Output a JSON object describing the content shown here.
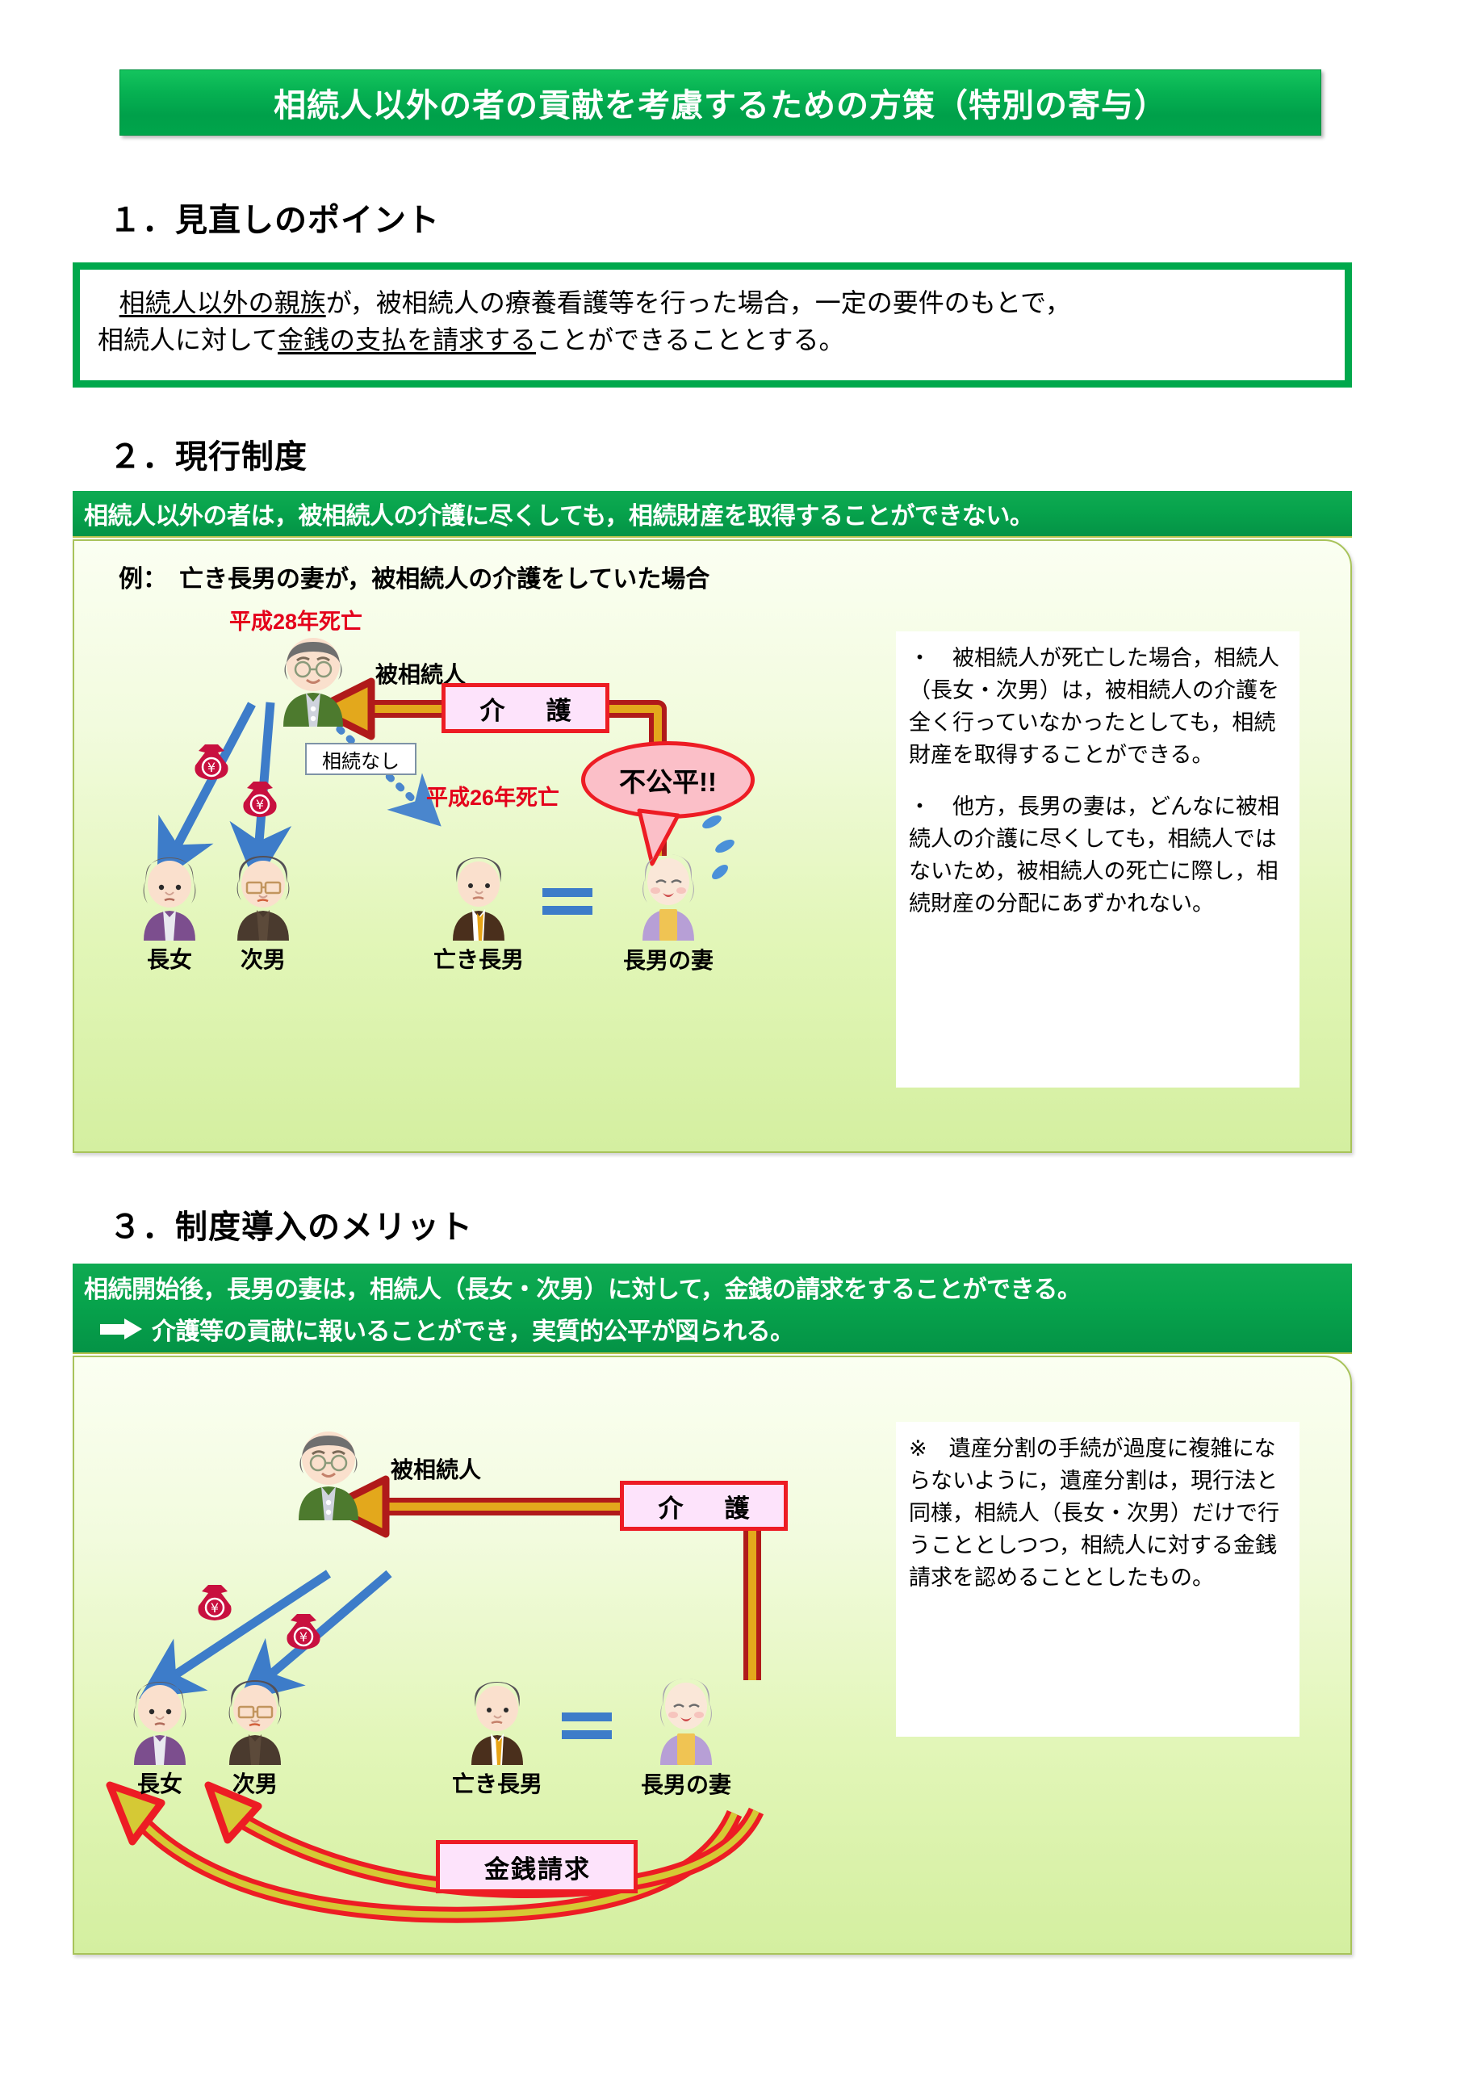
{
  "title": "相続人以外の者の貢献を考慮するための方策（特別の寄与）",
  "colors": {
    "banner_green": "#00a54b",
    "bar_green": "#07a34c",
    "panel_green": "#d4efa0",
    "panel_border": "#a8c35a",
    "red": "#ed1c24",
    "death_red": "#e4001b",
    "blue_arrow": "#3d7cc9",
    "money_bag": "#c8103f",
    "pink_fill": "#fde3fb"
  },
  "section1": {
    "heading": "１．見直しのポイント",
    "line1_a": "相続人以外の親族",
    "line1_b": "が，被相続人の療養看護等を行った場合，一定の要件のもとで，",
    "line2_a": "相続人に対して",
    "line2_b": "金銭の支払を請求する",
    "line2_c": "ことができることとする。"
  },
  "section2": {
    "heading": "２．現行制度",
    "bar": "相続人以外の者は，被相続人の介護に尽くしても，相続財産を取得することができない。",
    "example": "例：　亡き長男の妻が，被相続人の介護をしていた場合",
    "death_decedent": "平成28年死亡",
    "death_eldest_son": "平成26年死亡",
    "label_decedent": "被相続人",
    "label_care": "介　護",
    "label_no_inherit": "相続なし",
    "label_unfair": "不公平!!",
    "people": [
      {
        "name": "長女"
      },
      {
        "name": "次男"
      },
      {
        "name": "亡き長男"
      },
      {
        "name": "長男の妻"
      }
    ],
    "note_bullet1": "・　被相続人が死亡した場合，相続人（長女・次男）は，被相続人の介護を全く行っていなかったとしても，相続財産を取得することができる。",
    "note_bullet2": "・　他方，長男の妻は，どんなに被相続人の介護に尽くしても，相続人ではないため，被相続人の死亡に際し，相続財産の分配にあずかれない。"
  },
  "section3": {
    "heading": "３．制度導入のメリット",
    "bar_line1": "相続開始後，長男の妻は，相続人（長女・次男）に対して，金銭の請求をすることができる。",
    "bar_line2": "介護等の貢献に報いることができ，実質的公平が図られる。",
    "label_decedent": "被相続人",
    "label_care": "介　護",
    "label_money_claim": "金銭請求",
    "people": [
      {
        "name": "長女"
      },
      {
        "name": "次男"
      },
      {
        "name": "亡き長男"
      },
      {
        "name": "長男の妻"
      }
    ],
    "note": "※　遺産分割の手続が過度に複雑にならないように，遺産分割は，現行法と同様，相続人（長女・次男）だけで行うこととしつつ，相続人に対する金銭請求を認めることとしたもの。"
  }
}
